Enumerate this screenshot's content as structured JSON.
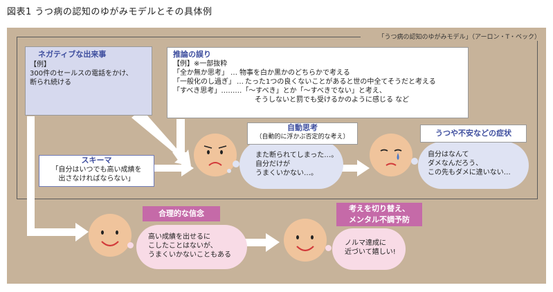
{
  "figure_title": "図表1 うつ病の認知のゆがみモデルとその具体例",
  "model_caption": "「うつ病の認知のゆがみモデル」（アーロン・T・ベック）",
  "negative_event": {
    "title": "ネガティブな出来事",
    "example_label": "【例】",
    "text_lines": [
      "300件のセールスの電話をかけ、",
      "断られ続ける"
    ]
  },
  "reasoning_errors": {
    "title": "推論の誤り",
    "subtitle": "【例】※一部抜粋",
    "rows": [
      {
        "term": "「全か無か思考」",
        "leader": "…",
        "desc": "物事を白か黒かのどちらかで考える"
      },
      {
        "term": "「一般化のし過ぎ」",
        "leader": "…",
        "desc": "たった1つの良くないことがあると世の中全てそうだと考える"
      },
      {
        "term": "「すべき思考」",
        "leader": "………",
        "desc": "「〜すべき」とか「〜すべきでない」と考え、"
      }
    ],
    "last_line": "そうしないと罰でも受けるかのように感じる など"
  },
  "schema": {
    "title": "スキーマ",
    "text_lines": [
      "「自分はいつでも高い成績を",
      "出さなければならない」"
    ]
  },
  "automatic_thought": {
    "title": "自動思考",
    "subtitle": "（自動的に浮かぶ否定的な考え）",
    "text_lines": [
      "また断られてしまった…。",
      "自分だけが",
      "うまくいかない…。"
    ]
  },
  "symptoms": {
    "title": "うつや不安などの症状",
    "text_lines": [
      "自分はなんて",
      "ダメなんだろう、",
      "この先もダメに違いない…"
    ]
  },
  "rational_belief": {
    "title": "合理的な信念",
    "text_lines": [
      "高い成績を出せるに",
      "こしたことはないが、",
      "うまくいかないこともある"
    ]
  },
  "switch_thinking": {
    "title_lines": [
      "考えを切り替え、",
      "メンタル不調予防"
    ],
    "text_lines": [
      "ノルマ達成に",
      "近づいて嬉しい!"
    ]
  },
  "colors": {
    "panel_bg": "#c7b39a",
    "lavender": "#d6d9ee",
    "title_blue": "#3f4f9f",
    "pink_badge": "#c56aa8",
    "face": "#f0c49c",
    "tear": "#4a78c8",
    "mouth_red": "#d23a3a"
  }
}
